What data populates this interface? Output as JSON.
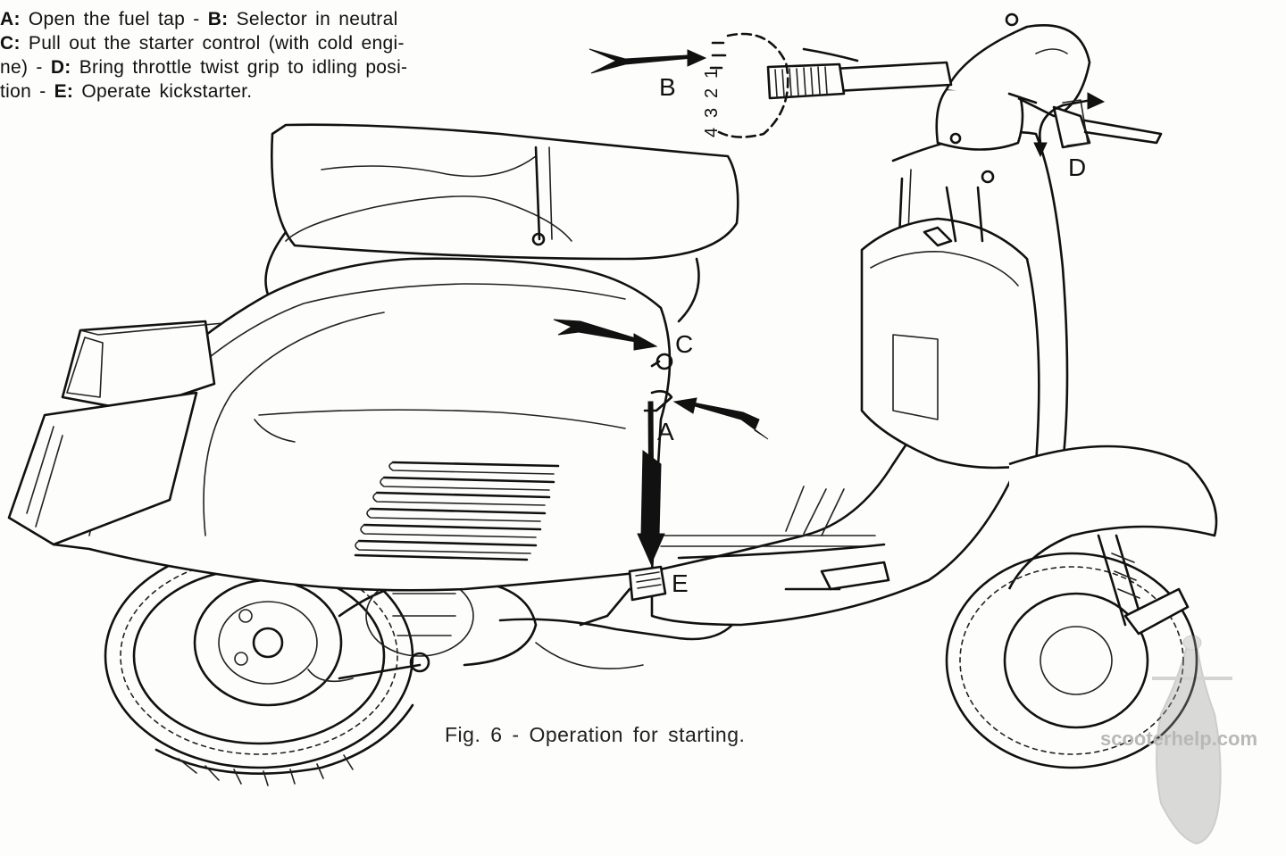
{
  "instructions": {
    "lines": [
      [
        {
          "key": "A:",
          "text": " Open the fuel tap - "
        },
        {
          "key": "B:",
          "text": " Selector in neutral"
        }
      ],
      [
        {
          "key": "C:",
          "text": " Pull out the starter control (with cold engi-"
        }
      ],
      [
        {
          "key": "",
          "text": "ne) - "
        },
        {
          "key": "D:",
          "text": " Bring throttle twist grip to idling posi-"
        }
      ],
      [
        {
          "key": "",
          "text": "tion - "
        },
        {
          "key": "E:",
          "text": " Operate kickstarter."
        }
      ]
    ]
  },
  "labels": {
    "a": "A",
    "b": "B",
    "c": "C",
    "d": "D",
    "e": "E"
  },
  "gear_selector": {
    "numbers": [
      "1",
      "2",
      "3",
      "4"
    ]
  },
  "caption": "Fig. 6 - Operation for starting.",
  "watermark": "scooterhelp.com"
}
